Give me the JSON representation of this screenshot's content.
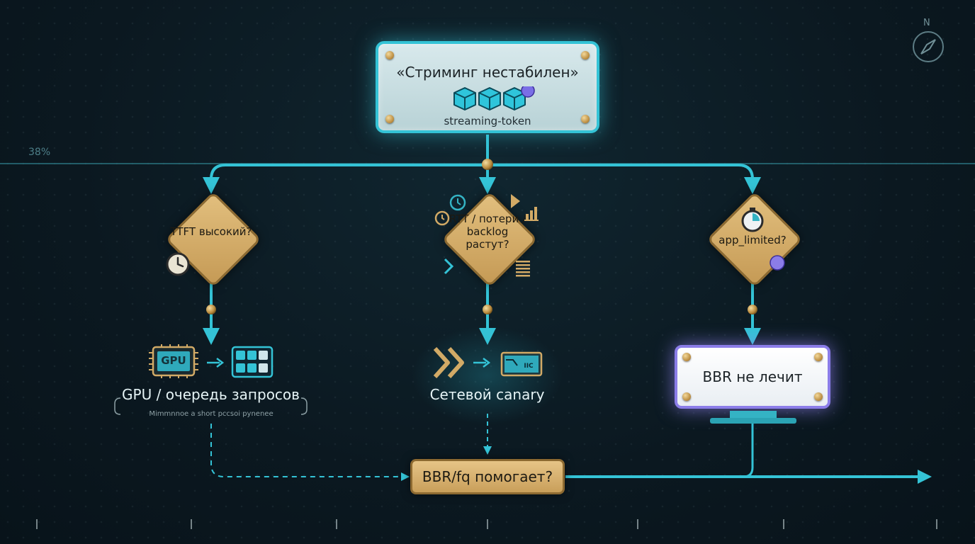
{
  "diagram": {
    "root": {
      "title": "«Стриминг нестабилен»",
      "subtitle": "streaming-token",
      "icon": "cube-icon"
    },
    "decisions": [
      {
        "id": "ttft",
        "label": "TTFT высокий?",
        "icon": "clock-icon"
      },
      {
        "id": "rtt",
        "label": "RTT / потери / backlog растут?",
        "icon": "stopwatch-icon"
      },
      {
        "id": "app",
        "label": "app_limited?",
        "icon": "timer-icon"
      }
    ],
    "outcomes": {
      "gpu": {
        "label": "GPU / очередь запросов",
        "caption": "Mimmnnoe a short pccsoi pynenee",
        "chip_text": "GPU"
      },
      "network": {
        "label": "Сетевой canary",
        "chip_text": "IIC"
      },
      "bbr": {
        "label": "BBR не лечит"
      },
      "question": {
        "label": "BBR/fq помогает?"
      }
    },
    "scale_label": "38%",
    "compass_label": "N",
    "colors": {
      "accent": "#34c3d6",
      "gold": "#d2aa66",
      "violet": "#8b7de8",
      "background": "#0b1820"
    }
  }
}
